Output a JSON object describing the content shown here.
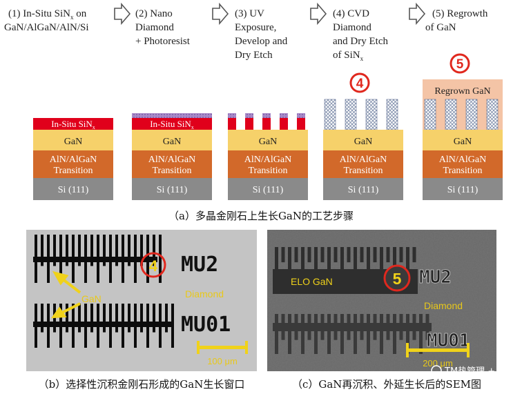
{
  "steps": [
    {
      "lines": [
        "(1) In-Situ SiN",
        "GaN/AlGaN/AlN/Si"
      ],
      "sub": "x",
      "suffix": " on"
    },
    {
      "lines": [
        "(2) Nano",
        "Diamond",
        "+ Photoresist"
      ]
    },
    {
      "lines": [
        "(3) UV",
        "Exposure,",
        "Develop and",
        "Dry Etch"
      ]
    },
    {
      "lines": [
        "(4) CVD",
        "Diamond",
        "and Dry Etch",
        "of SiN"
      ],
      "sub": "x"
    },
    {
      "lines": [
        "(5) Regrowth",
        "of GaN"
      ]
    }
  ],
  "layers": {
    "sin": "In-Situ SiN",
    "sin_sub": "x",
    "gan": "GaN",
    "transition_1": "AlN/AlGaN",
    "transition_2": "Transition",
    "si": "Si (111)",
    "regrown": "Regrown GaN"
  },
  "markers": {
    "four": "4",
    "five": "5"
  },
  "captions": {
    "a": "（a）多晶金刚石上生长GaN的工艺步骤",
    "b": "（b）选择性沉积金刚石形成的GaN生长窗口",
    "c": "（c）GaN再沉积、外延生长后的SEM图"
  },
  "sem_b": {
    "label_gan": "GaN",
    "label_diamond": "Diamond",
    "mark_top": "MU2",
    "mark_bottom": "MU01",
    "scale": "100 μm"
  },
  "sem_c": {
    "label_elo": "ELO GaN",
    "label_diamond": "Diamond",
    "mark_top": "MU2",
    "mark_bottom": "MU01",
    "scale": "200 μm"
  },
  "watermark": "TM热管理 +",
  "colors": {
    "sin": "#e0001b",
    "gan": "#f6d16a",
    "transition": "#d2692a",
    "si": "#8a8a8a",
    "diamond_seed": "#a98bc9",
    "regrown": "#f4c4a6",
    "marker": "#e0281e"
  }
}
